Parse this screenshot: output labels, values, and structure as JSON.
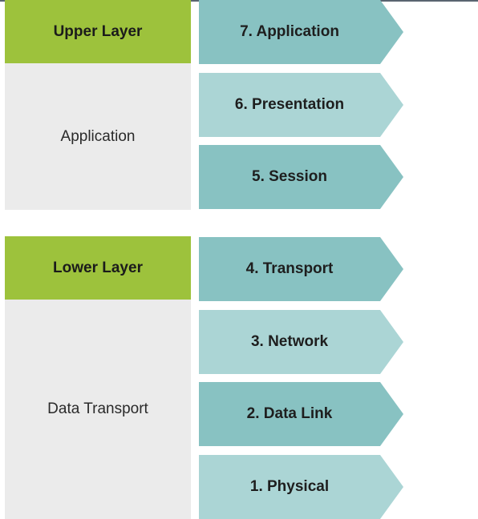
{
  "groups": {
    "upper": {
      "title": "Upper Layer",
      "description": "Application"
    },
    "lower": {
      "title": "Lower Layer",
      "description": "Data Transport"
    }
  },
  "layers": [
    {
      "label": "7. Application"
    },
    {
      "label": "6. Presentation"
    },
    {
      "label": "5. Session"
    },
    {
      "label": "4. Transport"
    },
    {
      "label": "3. Network"
    },
    {
      "label": "2. Data Link"
    },
    {
      "label": "1. Physical"
    }
  ],
  "colors": {
    "group_header": "#9dc23c",
    "group_body": "#ebebeb",
    "layer_dark": "#88c2c2",
    "layer_light": "#abd5d5"
  }
}
